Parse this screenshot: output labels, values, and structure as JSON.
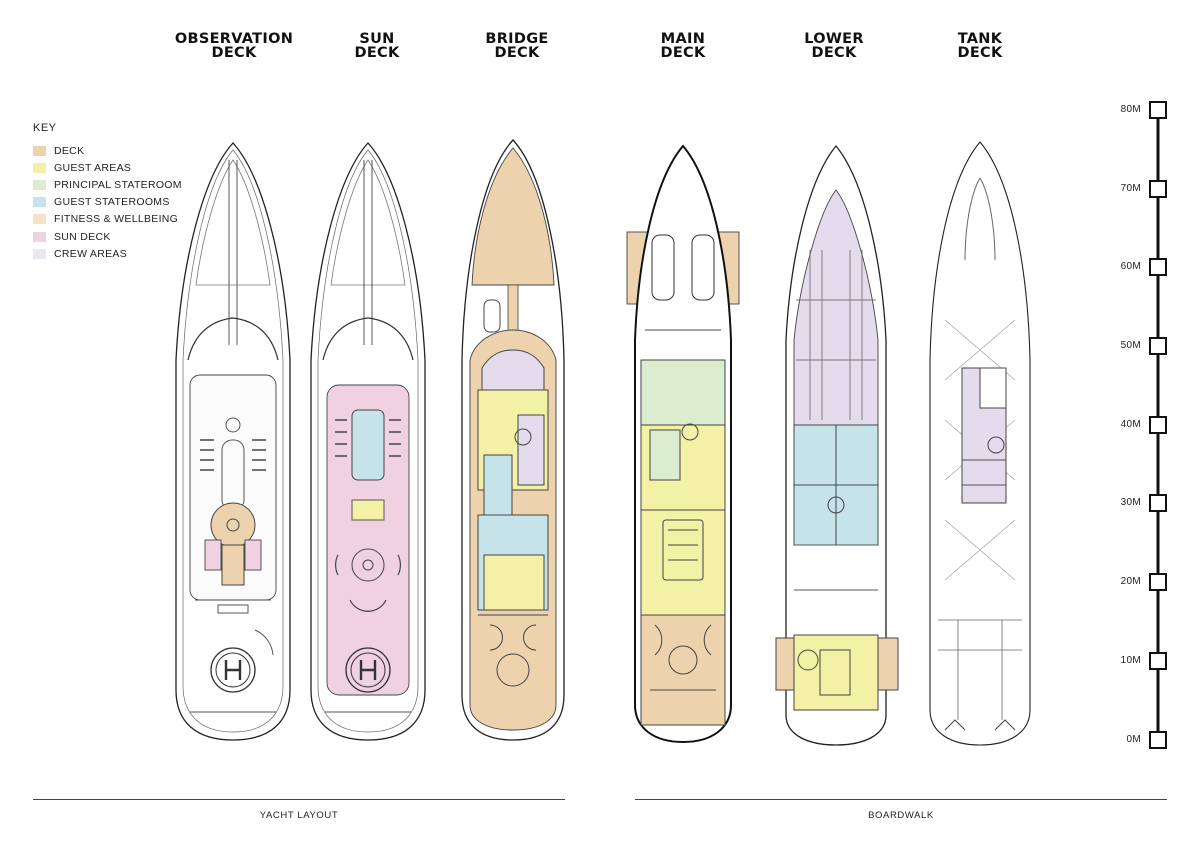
{
  "decks": [
    {
      "line1": "OBSERVATION",
      "line2": "DECK"
    },
    {
      "line1": "SUN",
      "line2": "DECK"
    },
    {
      "line1": "BRIDGE",
      "line2": "DECK"
    },
    {
      "line1": "MAIN",
      "line2": "DECK"
    },
    {
      "line1": "LOWER",
      "line2": "DECK"
    },
    {
      "line1": "TANK",
      "line2": "DECK"
    }
  ],
  "key": {
    "title": "KEY",
    "items": [
      {
        "label": "DECK",
        "color": "#ecd2ad"
      },
      {
        "label": "GUEST AREAS",
        "color": "#f3f1a6"
      },
      {
        "label": "PRINCIPAL STATEROOM",
        "color": "#dceccf"
      },
      {
        "label": "GUEST STATEROOMS",
        "color": "#c6e3ea"
      },
      {
        "label": "FITNESS & WELLBEING",
        "color": "#fbe0c8"
      },
      {
        "label": "SUN DECK",
        "color": "#efd1e2"
      },
      {
        "label": "CREW AREAS",
        "color": "#e7e8ee"
      }
    ]
  },
  "scale": {
    "labels": [
      "80M",
      "70M",
      "60M",
      "50M",
      "40M",
      "30M",
      "20M",
      "10M",
      "0M"
    ]
  },
  "footer": {
    "left": "YACHT LAYOUT",
    "right": "BOARDWALK"
  }
}
